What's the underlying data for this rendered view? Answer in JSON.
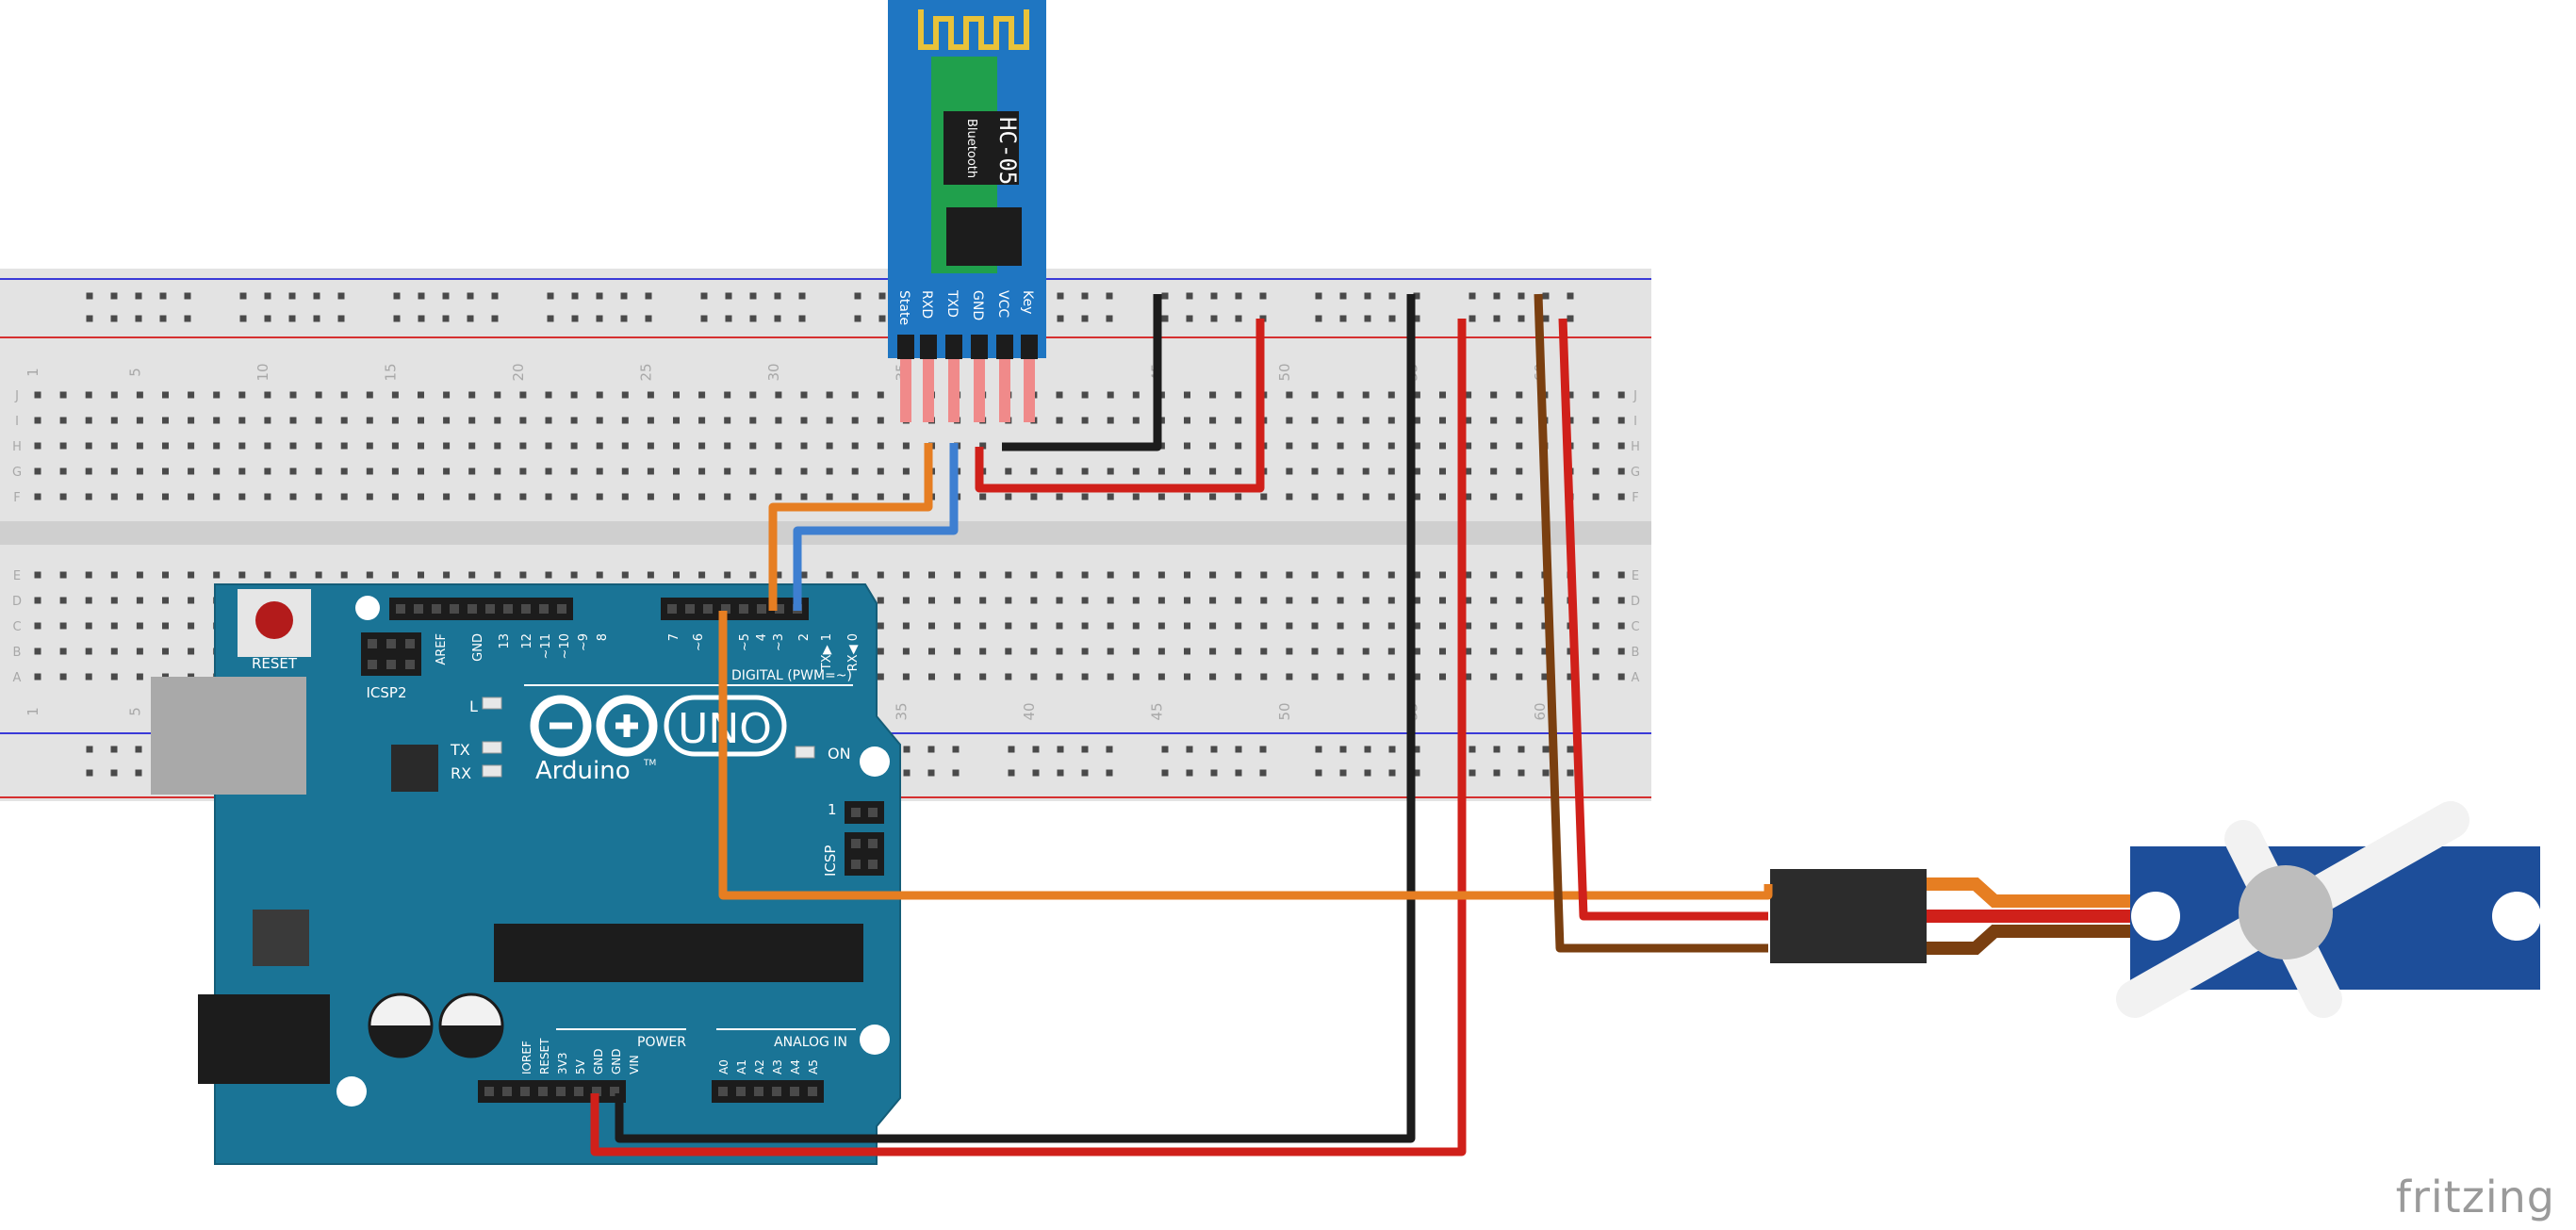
{
  "bluetooth": {
    "title": "HC-05",
    "subtitle": "Bluetooth",
    "pins": [
      "State",
      "RXD",
      "TXD",
      "GND",
      "VCC",
      "Key"
    ]
  },
  "breadboard": {
    "columns": [
      "1",
      "5",
      "10",
      "15",
      "20",
      "25",
      "30",
      "35",
      "40",
      "45",
      "50",
      "55",
      "60"
    ],
    "rows_top": [
      "J",
      "I",
      "H",
      "G",
      "F"
    ],
    "rows_bottom": [
      "E",
      "D",
      "C",
      "B",
      "A"
    ]
  },
  "arduino": {
    "name": "Arduino",
    "trademark": "TM",
    "model": "UNO",
    "reset": "RESET",
    "icsp2": "ICSP2",
    "icsp": "ICSP",
    "digital": "DIGITAL (PWM=~)",
    "digital_pins": [
      "AREF",
      "GND",
      "13",
      "12",
      "~11",
      "~10",
      "~9",
      "8",
      "7",
      "~6",
      "~5",
      "4",
      "~3",
      "2",
      "TX▶ 1",
      "RX◀ 0"
    ],
    "l": "L",
    "tx": "TX",
    "rx": "RX",
    "on": "ON",
    "one": "1",
    "power": "POWER",
    "analog": "ANALOG IN",
    "power_pins": [
      "IOREF",
      "RESET",
      "3V3",
      "5V",
      "GND",
      "GND",
      "VIN"
    ],
    "analog_pins": [
      "A0",
      "A1",
      "A2",
      "A3",
      "A4",
      "A5"
    ]
  },
  "brand": "fritzing",
  "wire_colors": {
    "orange": "#e67e22",
    "blue": "#3e7fd1",
    "black": "#1c1c1c",
    "red": "#d0201a",
    "brown": "#7a3f10"
  }
}
